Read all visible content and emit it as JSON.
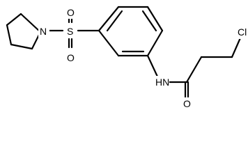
{
  "molecule": {
    "atoms": {
      "nitrogen_ring": "N",
      "sulfur": "S",
      "oxygen_s_top": "O",
      "oxygen_s_bottom": "O",
      "amide_nh": "HN",
      "oxygen_carbonyl": "O",
      "chlorine": "Cl"
    },
    "colors": {
      "bond": "#000000",
      "text": "#000000",
      "background": "#ffffff"
    }
  }
}
